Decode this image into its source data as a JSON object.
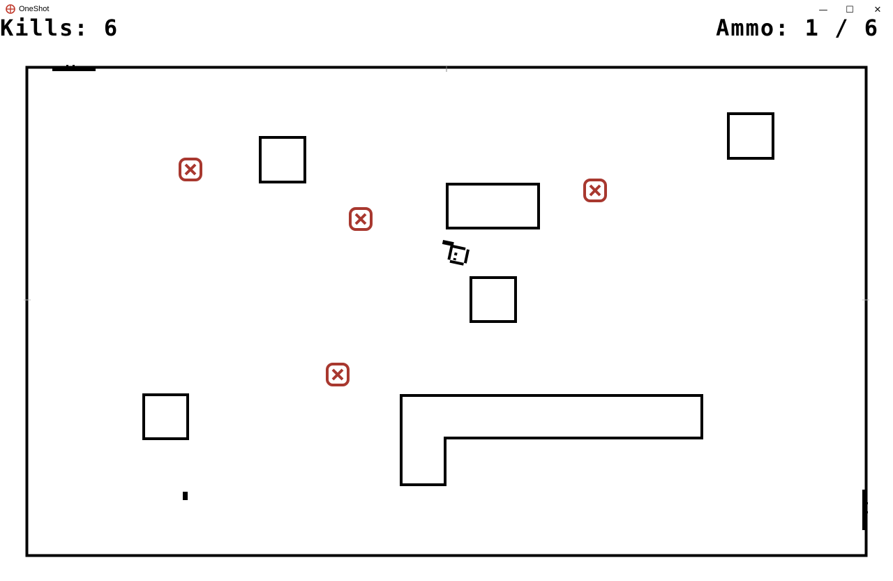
{
  "window": {
    "title": "OneShot",
    "icon": "crosshair-icon",
    "controls": {
      "minimize": "—",
      "maximize": "☐",
      "close": "✕"
    }
  },
  "hud": {
    "kills_text": "Kills: 6",
    "ammo_text": "Ammo: 1 / 6"
  },
  "colors": {
    "background": "#ffffff",
    "walls": "#000000",
    "enemy": "#a8382f",
    "app_icon": "#c0392b"
  },
  "icons": {
    "enemy": "target-crosshair-icon",
    "player": "player-icon",
    "ammo_pickup": "ammo-pickup-icon"
  }
}
